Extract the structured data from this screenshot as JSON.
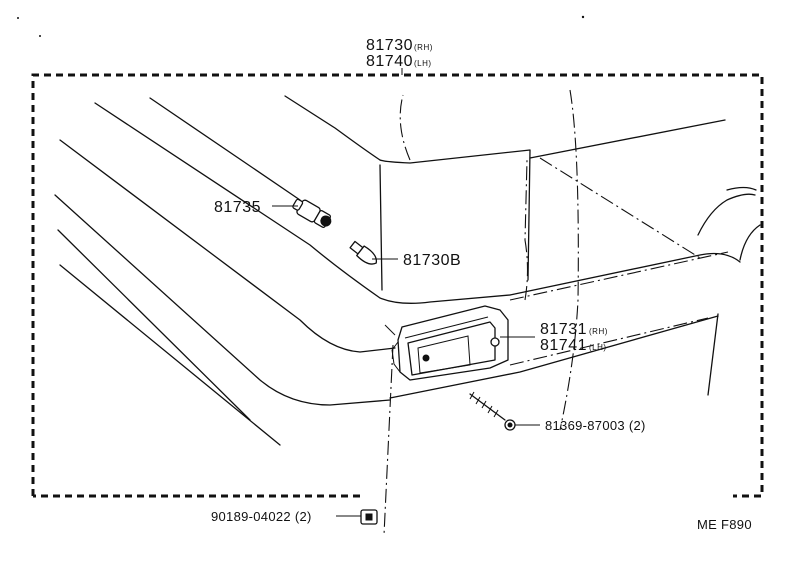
{
  "diagram": {
    "assembly": {
      "part_no": "81730",
      "rh_suffix": "(RH)",
      "part_no_lh": "81740",
      "lh_suffix": "(LH)"
    },
    "bulb_socket": {
      "part_no": "81735"
    },
    "bulb": {
      "part_no": "81730B"
    },
    "lens": {
      "part_no": "81731",
      "rh_suffix": "(RH)",
      "part_no_lh": "81741",
      "lh_suffix": "(LH)"
    },
    "screw": {
      "part_no": "81369-87003 (2)"
    },
    "clip_nut": {
      "part_no": "90189-04022 (2)"
    },
    "figure_ref": "ME F890",
    "colors": {
      "ink": "#111111",
      "paper": "#ffffff"
    }
  }
}
